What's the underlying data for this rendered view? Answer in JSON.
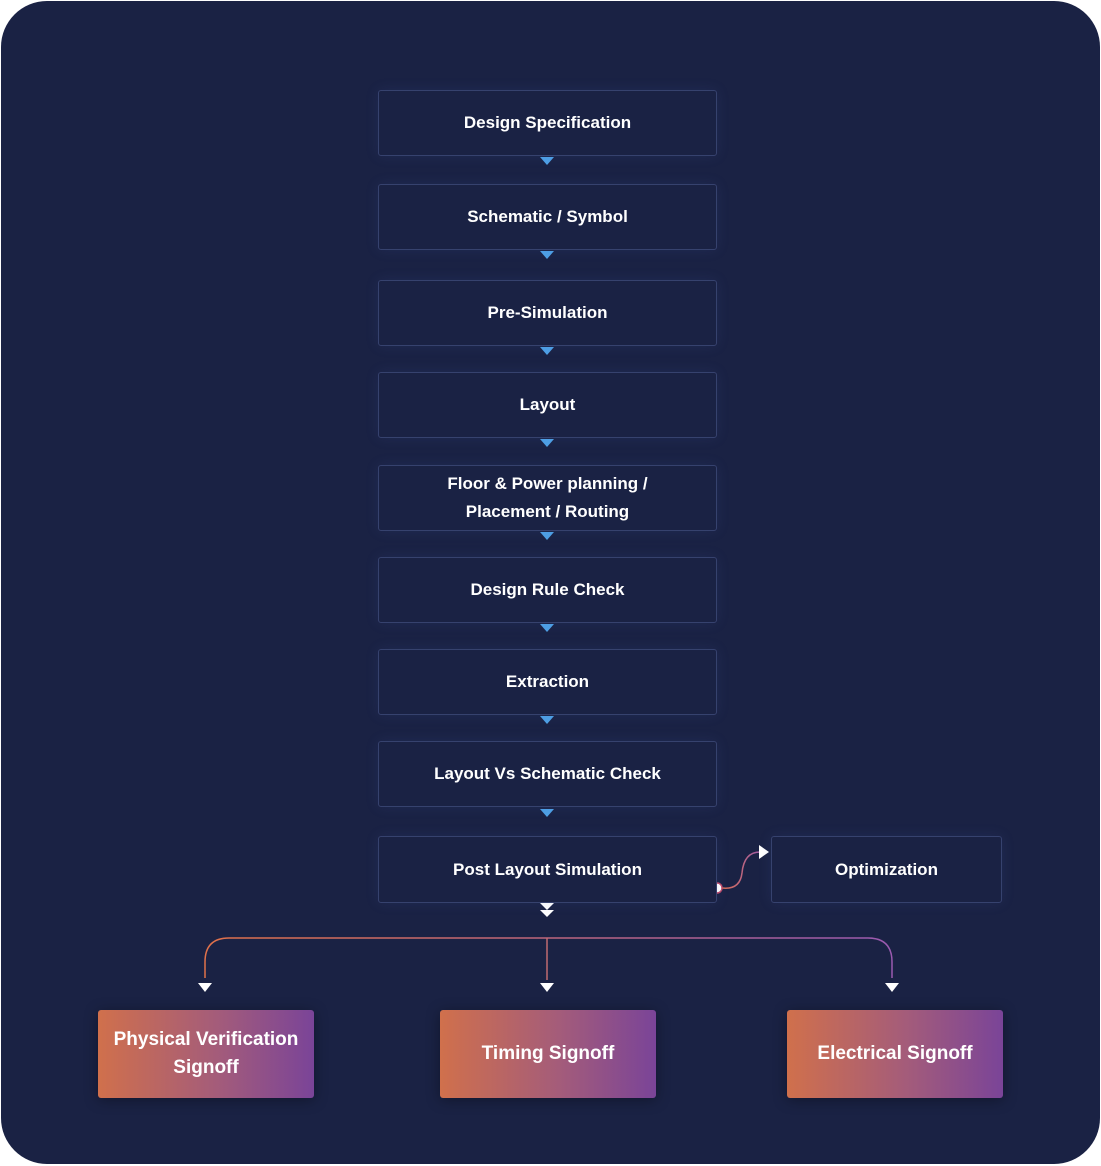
{
  "flow": {
    "steps": [
      {
        "lines": [
          "Design Specification"
        ]
      },
      {
        "lines": [
          "Schematic / Symbol"
        ]
      },
      {
        "lines": [
          "Pre-Simulation"
        ]
      },
      {
        "lines": [
          "Layout"
        ]
      },
      {
        "lines": [
          "Floor & Power planning /",
          "Placement / Routing"
        ]
      },
      {
        "lines": [
          "Design Rule Check"
        ]
      },
      {
        "lines": [
          "Extraction"
        ]
      },
      {
        "lines": [
          "Layout Vs Schematic Check"
        ]
      },
      {
        "lines": [
          "Post Layout Simulation"
        ]
      }
    ],
    "side_step": "Optimization",
    "signoffs": [
      {
        "lines": [
          "Physical Verification",
          "Signoff"
        ]
      },
      {
        "lines": [
          "Timing Signoff"
        ]
      },
      {
        "lines": [
          "Electrical Signoff"
        ]
      }
    ]
  },
  "colors": {
    "background": "#1a2244",
    "box_border": "#36426e",
    "connector_arrow": "#4ea1e6",
    "branch_line_start": "#e0714a",
    "branch_line_end": "#9a5ab0",
    "signoff_gradient_start": "#d0704c",
    "signoff_gradient_end": "#7a4498"
  }
}
